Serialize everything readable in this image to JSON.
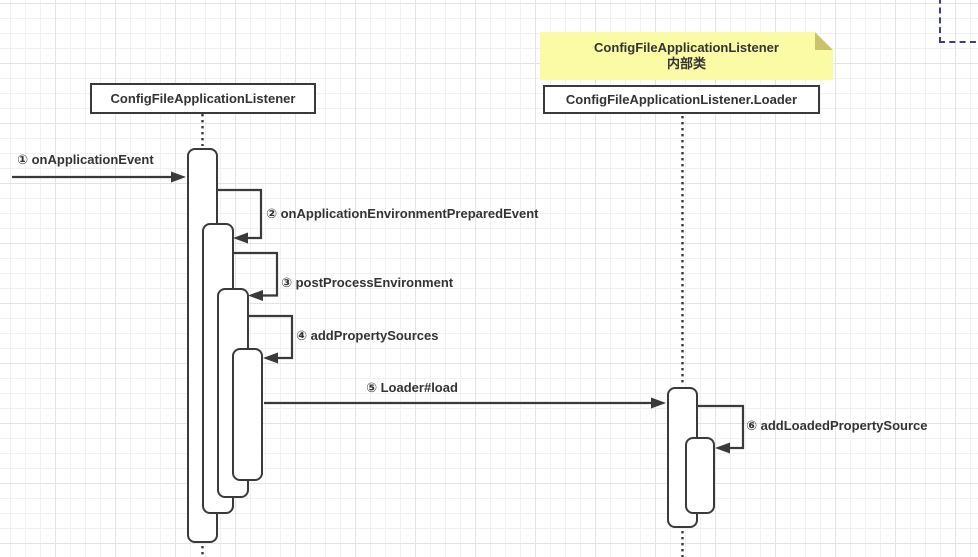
{
  "diagram": {
    "note": {
      "line1": "ConfigFileApplicationListener",
      "line2": "内部类"
    },
    "lifelines": [
      {
        "label": "ConfigFileApplicationListener"
      },
      {
        "label": "ConfigFileApplicationListener.Loader"
      }
    ],
    "messages": [
      {
        "label": "① onApplicationEvent"
      },
      {
        "label": "② onApplicationEnvironmentPreparedEvent"
      },
      {
        "label": "③ postProcessEnvironment"
      },
      {
        "label": "④ addPropertySources"
      },
      {
        "label": "⑤ Loader#load"
      },
      {
        "label": "⑥ addLoadedPropertySource"
      }
    ],
    "colors": {
      "line": "#3a3a3a",
      "text": "#333333",
      "note_fill": "#fbfaa5",
      "note_fold": "#c9c36b",
      "marquee": "#3d3a8e",
      "grid_minor": "#f1f1f2",
      "grid_major": "#e3e3e5"
    }
  }
}
